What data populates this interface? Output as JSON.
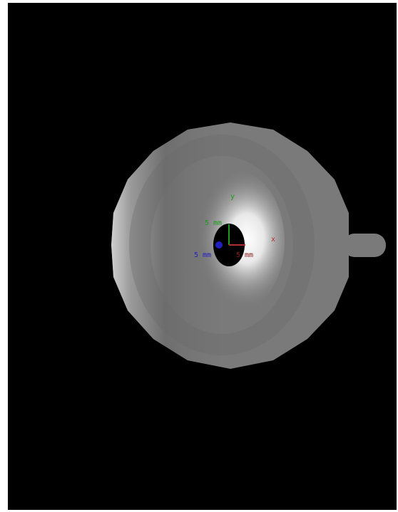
{
  "viewer": {
    "background_color": "#000000",
    "object_color": "#7a7a7a",
    "highlight_color": "#ffffff"
  },
  "axes": {
    "x": {
      "label": "x",
      "scale_label": "5 mm",
      "color": "#b03030"
    },
    "y": {
      "label": "y",
      "scale_label": "5 mm",
      "color": "#1e9a1e"
    },
    "z": {
      "scale_label": "5 mm",
      "color": "#2020c0"
    }
  }
}
